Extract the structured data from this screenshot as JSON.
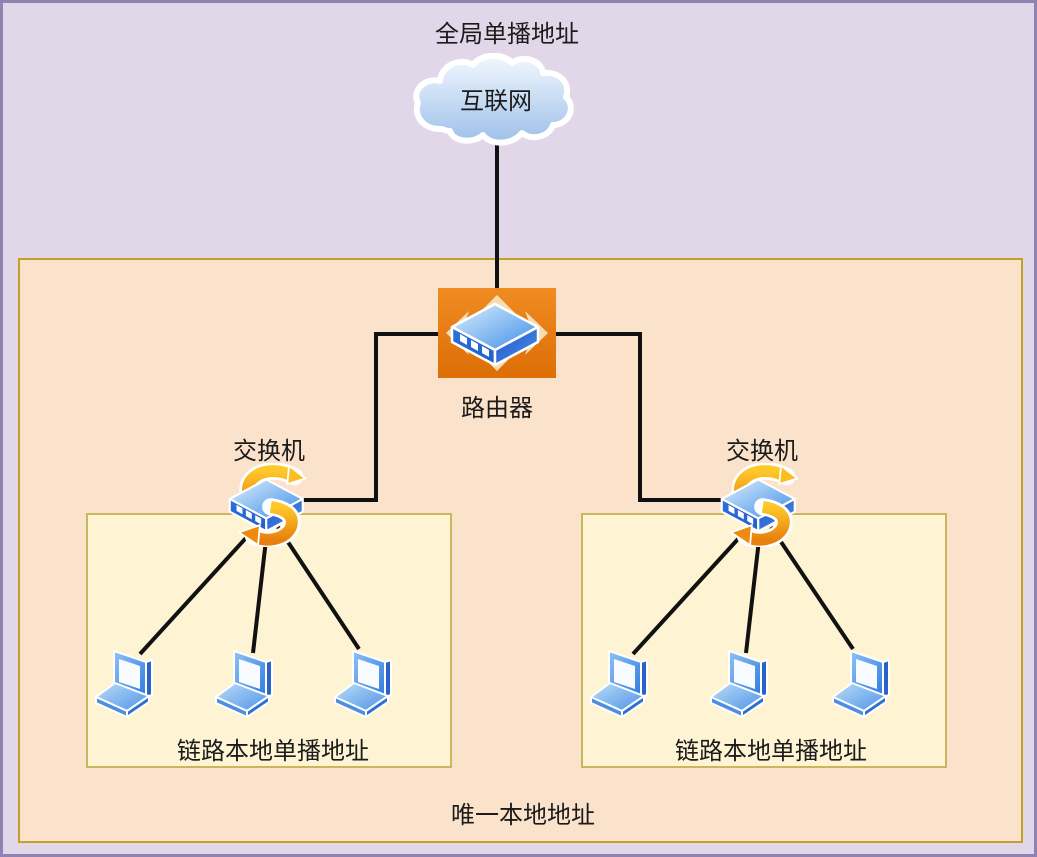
{
  "diagram": {
    "top_label": "全局单播地址",
    "cloud": {
      "label": "互联网",
      "fill_top": "#F0F7FE",
      "fill_bottom": "#9FC2EA"
    },
    "router": {
      "label": "路由器",
      "box_color": "#E8790F",
      "arrow_color": "#F6DDB4"
    },
    "switch_left": {
      "label": "交换机"
    },
    "switch_right": {
      "label": "交换机"
    },
    "outer_box": {
      "label": "唯一本地地址",
      "fill": "#FBE3CB",
      "border": "#C49F29"
    },
    "inner_box_left": {
      "label": "链路本地单播地址",
      "fill": "#FEF4D3",
      "border": "#C9B65F"
    },
    "inner_box_right": {
      "label": "链路本地单播地址",
      "fill": "#FEF4D3",
      "border": "#C9B65F"
    },
    "colors": {
      "background": "#E2D7E9",
      "frame_border": "#9182B4",
      "connector_line": "#111111",
      "switch_gold_top": "#FFC829",
      "switch_gold_bottom": "#E8800D",
      "device_blue": "#3D85E4",
      "text": "#1B1B1B"
    }
  }
}
